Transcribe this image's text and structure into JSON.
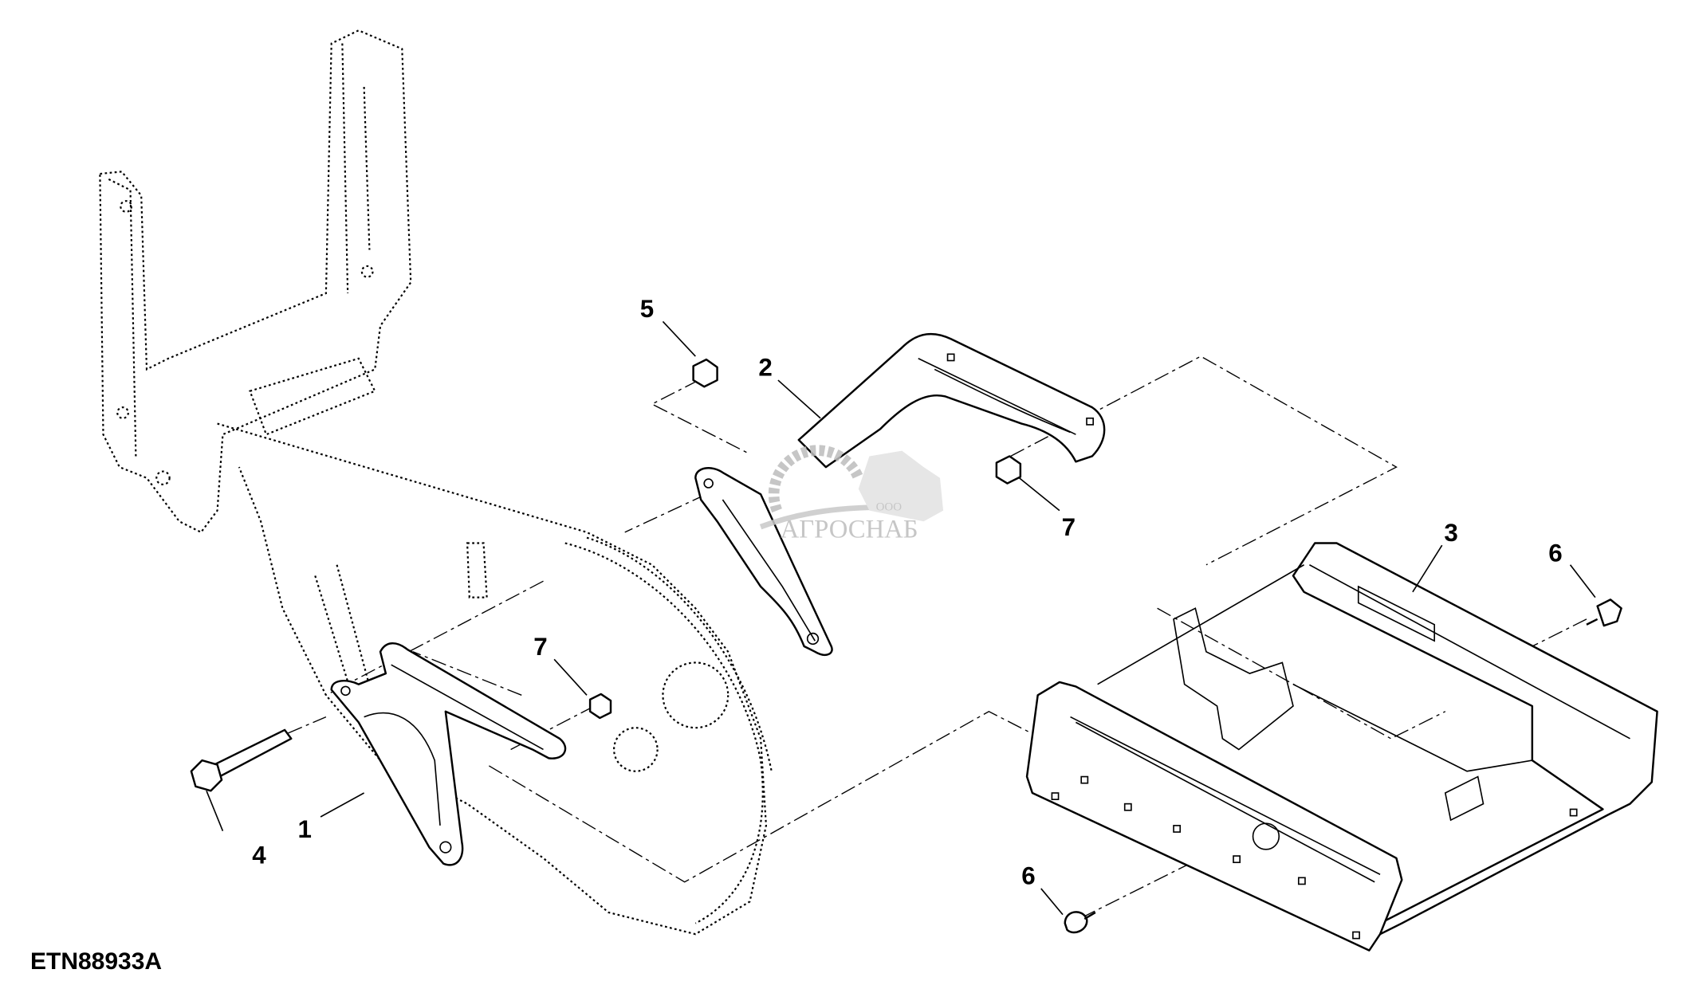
{
  "figure_id": "ETN88933A",
  "watermark": {
    "prefix": "ООО",
    "name": "АГРОСНАБ"
  },
  "callouts": [
    {
      "id": "label-5",
      "text": "5"
    },
    {
      "id": "label-2",
      "text": "2"
    },
    {
      "id": "label-7-upper",
      "text": "7"
    },
    {
      "id": "label-3",
      "text": "3"
    },
    {
      "id": "label-6-upper",
      "text": "6"
    },
    {
      "id": "label-7-lower",
      "text": "7"
    },
    {
      "id": "label-4",
      "text": "4"
    },
    {
      "id": "label-1",
      "text": "1"
    },
    {
      "id": "label-6-lower",
      "text": "6"
    }
  ]
}
